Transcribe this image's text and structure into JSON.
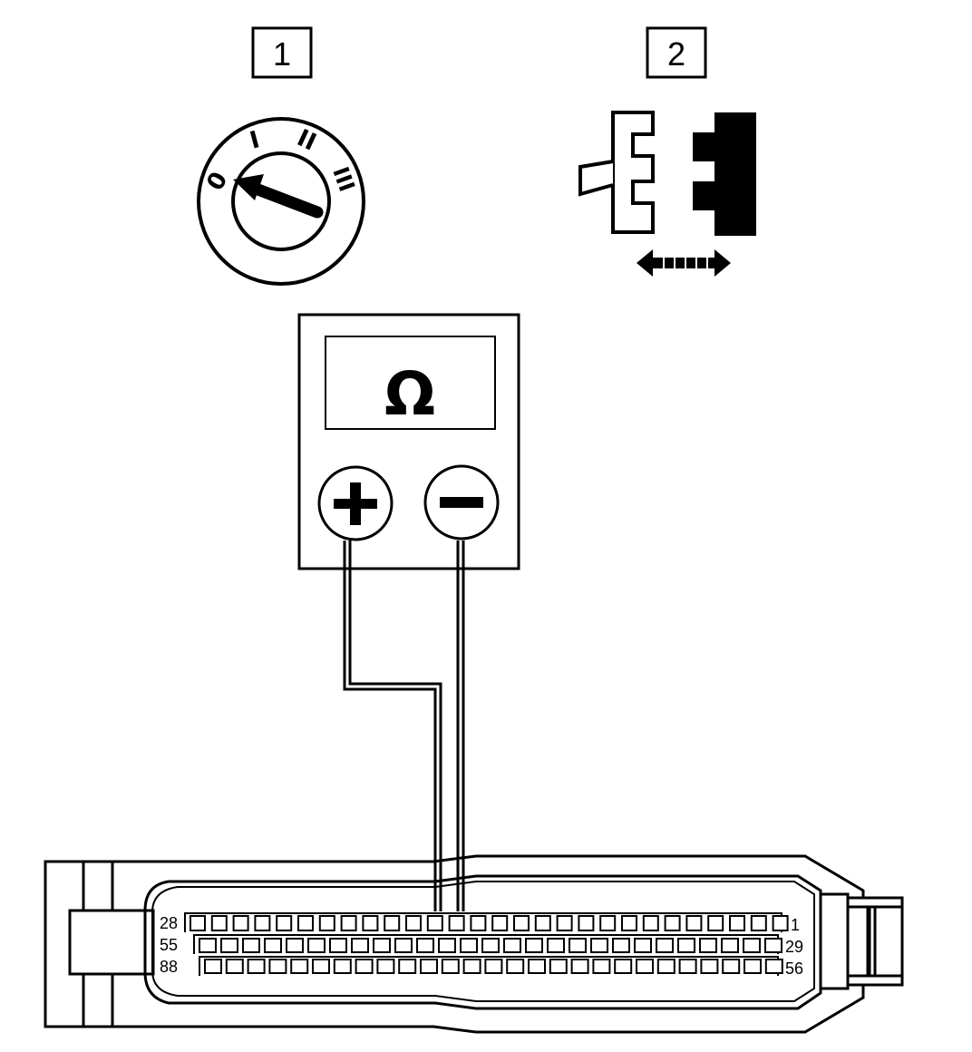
{
  "steps": [
    {
      "label": "1",
      "icon": "ignition-key-switch-icon"
    },
    {
      "label": "2",
      "icon": "connector-disconnect-icon"
    }
  ],
  "ignition_positions": [
    "0",
    "I",
    "II",
    "III"
  ],
  "multimeter": {
    "display_symbol": "Ω",
    "positive_symbol": "+",
    "negative_symbol": "−"
  },
  "connector": {
    "pin_labels": {
      "row1_left": "28",
      "row1_right": "1",
      "row2_left": "55",
      "row2_right": "29",
      "row3_left": "88",
      "row3_right": "56"
    }
  }
}
